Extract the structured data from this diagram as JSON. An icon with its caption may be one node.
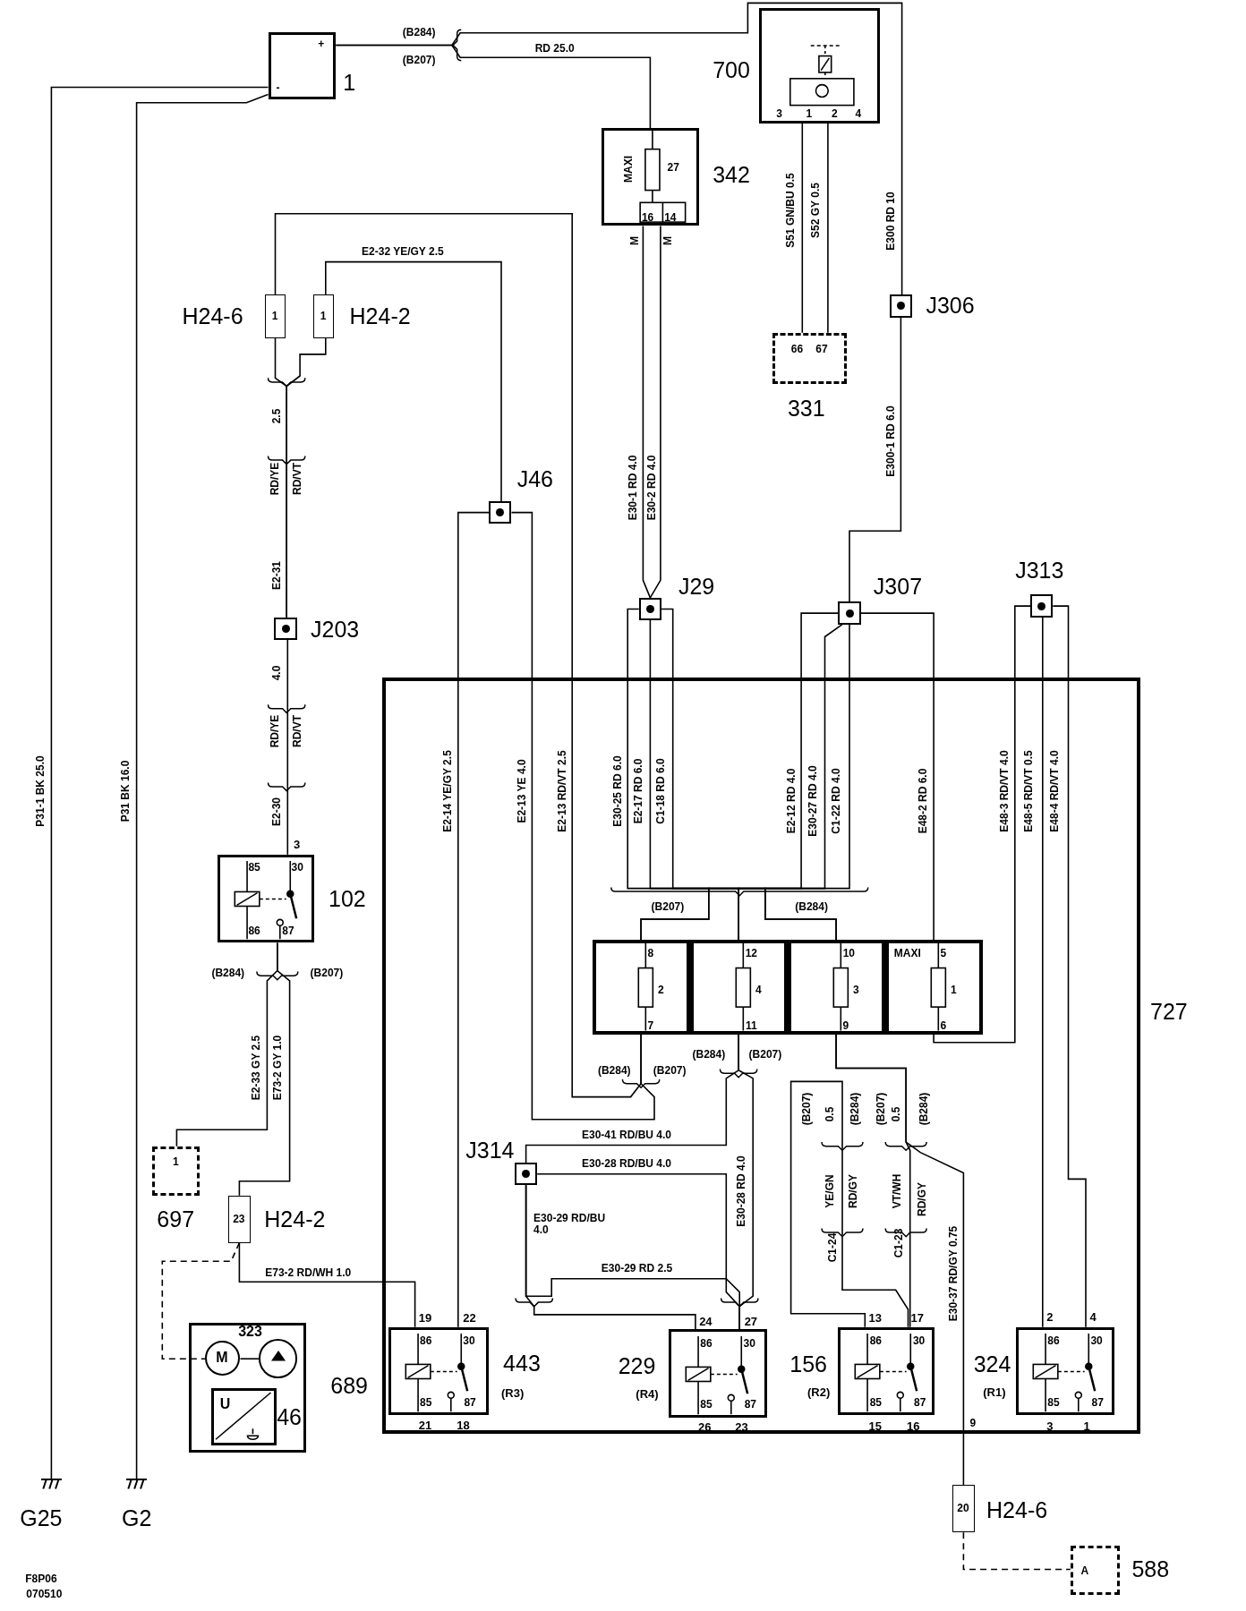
{
  "diagram": {
    "nodes": [
      {
        "text": [
          "+",
          "-"
        ],
        "beside": [
          "1"
        ]
      },
      {
        "text": [
          "3",
          "1",
          "2",
          "4"
        ],
        "beside": [
          "700"
        ]
      },
      {
        "text": [
          "MAXI",
          "27",
          "16",
          "14"
        ],
        "beside": [
          "342"
        ]
      },
      {
        "text": [
          "1"
        ],
        "beside": [
          "H24-6"
        ]
      },
      {
        "text": [
          "1"
        ],
        "beside": [
          "H24-2"
        ]
      },
      {
        "text": [
          "66",
          "67"
        ],
        "beside": [
          "331"
        ]
      },
      {
        "text": [],
        "shape": "box",
        "beside": [
          "J306"
        ]
      },
      {
        "text": [],
        "shape": "box",
        "beside": [
          "J46"
        ]
      },
      {
        "text": [],
        "shape": "box",
        "beside": [
          "J203"
        ]
      },
      {
        "text": [],
        "shape": "box",
        "beside": [
          "J29"
        ]
      },
      {
        "text": [],
        "shape": "box",
        "beside": [
          "J307"
        ]
      },
      {
        "text": [],
        "shape": "box",
        "beside": [
          "J313"
        ]
      },
      {
        "text": [],
        "shape": "box",
        "beside": [
          "727"
        ]
      },
      {
        "text": [
          "85",
          "30",
          "86",
          "87"
        ],
        "beside": [
          "3",
          "102"
        ]
      },
      {
        "text": [
          "8",
          "2",
          "7"
        ],
        "in": 12
      },
      {
        "text": [
          "12",
          "4",
          "11"
        ],
        "in": 12
      },
      {
        "text": [
          "10",
          "3",
          "9"
        ],
        "in": 12
      },
      {
        "text": [
          "MAXI",
          "5",
          "1",
          "6"
        ],
        "in": 12
      },
      {
        "text": [
          "1"
        ],
        "beside": [
          "697"
        ]
      },
      {
        "text": [
          "23"
        ],
        "beside": [
          "H24-2"
        ]
      },
      {
        "text": [],
        "shape": "box",
        "beside": [
          "689"
        ]
      },
      {
        "text": [
          "M"
        ],
        "in": 20,
        "beside": [
          "323"
        ]
      },
      {
        "text": [],
        "shape": "circle",
        "in": 20
      },
      {
        "text": [
          "U"
        ],
        "in": 20,
        "beside": [
          "46"
        ]
      },
      {
        "text": [],
        "shape": "box",
        "in": 12,
        "beside": [
          "J314"
        ]
      },
      {
        "text": [
          "86",
          "30",
          "85",
          "87"
        ],
        "in": 12,
        "beside": [
          "19",
          "22",
          "21",
          "18",
          "443",
          "(R3)"
        ]
      },
      {
        "text": [
          "86",
          "30",
          "85",
          "87"
        ],
        "in": 12,
        "beside": [
          "24",
          "27",
          "26",
          "23",
          "229",
          "(R4)"
        ]
      },
      {
        "text": [
          "86",
          "30",
          "85",
          "87"
        ],
        "in": 12,
        "beside": [
          "13",
          "17",
          "15",
          "16",
          "156",
          "(R2)"
        ]
      },
      {
        "text": [
          "86",
          "30",
          "85",
          "87"
        ],
        "in": 12,
        "beside": [
          "2",
          "4",
          "3",
          "1",
          "324",
          "(R1)"
        ]
      },
      {
        "text": [
          "20"
        ],
        "beside": [
          "H24-6"
        ]
      },
      {
        "text": [
          "A"
        ],
        "beside": [
          "588"
        ]
      },
      {
        "text": [
          "G25"
        ]
      },
      {
        "text": [
          "G2"
        ]
      }
    ],
    "edges": [
      {
        "from": 0,
        "to": 6,
        "arrow": "none",
        "label": "E300 RD 10"
      },
      {
        "from": 0,
        "to": 2,
        "arrow": "none",
        "label": "RD 25.0"
      },
      {
        "from": 0,
        "to": 31,
        "arrow": "none",
        "label": "P31-1 BK 25.0"
      },
      {
        "from": 0,
        "to": 32,
        "arrow": "none",
        "label": "P31 BK 16.0"
      },
      {
        "from": 1,
        "to": 5,
        "arrow": "none",
        "label": "S51 GN/BU 0.5"
      },
      {
        "from": 1,
        "to": 5,
        "arrow": "none",
        "label": "S52 GY 0.5"
      },
      {
        "from": 2,
        "to": 9,
        "arrow": "none",
        "label": "E30-1 RD 4.0"
      },
      {
        "from": 2,
        "to": 9,
        "arrow": "none",
        "label": "E30-2 RD 4.0"
      },
      {
        "from": 6,
        "to": 10,
        "arrow": "none",
        "label": "E300-1 RD 6.0"
      },
      {
        "from": 3,
        "to": 14,
        "arrow": "none",
        "label": "E2-13 RD/VT 2.5"
      },
      {
        "from": 4,
        "to": 7,
        "arrow": "none",
        "label": "E2-32 YE/GY 2.5"
      },
      {
        "from": 3,
        "to": 8,
        "arrow": "none"
      },
      {
        "from": 4,
        "to": 8,
        "arrow": "none"
      },
      {
        "from": 8,
        "to": 13,
        "arrow": "none"
      },
      {
        "from": 7,
        "to": 25,
        "arrow": "none",
        "label": "E2-14 YE/GY 2.5"
      },
      {
        "from": 7,
        "to": 14,
        "arrow": "none",
        "label": "E2-13 YE 4.0"
      },
      {
        "from": 9,
        "to": 14,
        "arrow": "none",
        "label": "E30-25 RD 6.0"
      },
      {
        "from": 9,
        "to": 15,
        "arrow": "none",
        "label": "E2-17 RD 6.0"
      },
      {
        "from": 9,
        "to": 16,
        "arrow": "none",
        "label": "C1-18 RD 6.0"
      },
      {
        "from": 10,
        "to": 14,
        "arrow": "none",
        "label": "E2-12 RD 4.0"
      },
      {
        "from": 10,
        "to": 15,
        "arrow": "none",
        "label": "E30-27 RD 4.0"
      },
      {
        "from": 10,
        "to": 16,
        "arrow": "none",
        "label": "C1-22 RD 4.0"
      },
      {
        "from": 10,
        "to": 17,
        "arrow": "none",
        "label": "E48-2 RD 6.0"
      },
      {
        "from": 11,
        "to": 17,
        "arrow": "none",
        "label": "E48-3 RD/VT 4.0"
      },
      {
        "from": 11,
        "to": 28,
        "arrow": "none",
        "label": "E48-5 RD/VT 0.5"
      },
      {
        "from": 11,
        "to": 28,
        "arrow": "none",
        "label": "E48-4 RD/VT 4.0"
      },
      {
        "from": 15,
        "to": 24,
        "arrow": "none",
        "label": "E30-41 RD/BU 4.0"
      },
      {
        "from": 15,
        "to": 26,
        "arrow": "none",
        "label": "E30-28 RD 4.0"
      },
      {
        "from": 24,
        "to": 26,
        "arrow": "none",
        "label": "E30-28 RD/BU 4.0"
      },
      {
        "from": 24,
        "to": 26,
        "arrow": "none",
        "label": "E30-29 RD/BU 4.0"
      },
      {
        "from": 24,
        "to": 26,
        "arrow": "none",
        "label": "E30-29 RD 2.5"
      },
      {
        "from": 16,
        "to": 27,
        "arrow": "none",
        "label": "C1-23"
      },
      {
        "from": 27,
        "to": 27,
        "arrow": "none",
        "label": "C1-24"
      },
      {
        "from": 16,
        "to": 29,
        "arrow": "none",
        "label": "E30-37 RD/GY 0.75"
      },
      {
        "from": 13,
        "to": 18,
        "arrow": "none",
        "label": "E2-33 GY 2.5"
      },
      {
        "from": 13,
        "to": 19,
        "arrow": "none",
        "label": "E73-2 GY 1.0"
      },
      {
        "from": 19,
        "to": 25,
        "arrow": "none",
        "label": "E73-2 RD/WH 1.0"
      },
      {
        "from": 19,
        "to": 21,
        "arrow": "none",
        "style": "dashed"
      },
      {
        "from": 29,
        "to": 30,
        "arrow": "none",
        "style": "dashed"
      },
      {
        "from": 21,
        "to": 22,
        "arrow": "none"
      }
    ],
    "labels": [
      "(B284)",
      "(B207)",
      "M",
      "M",
      "2.5",
      "RD/YE",
      "RD/VT",
      "E2-31",
      "4.0",
      "RD/YE",
      "RD/VT",
      "E2-30",
      "(B207)",
      "(B284)",
      "(B284)",
      "(B207)",
      "(B284)",
      "(B207)",
      "(B284)",
      "(B207)",
      "(B207)",
      "0.5",
      "(B284)",
      "YE/GN",
      "RD/GY",
      "(B207)",
      "0.5",
      "(B284)",
      "VT/WH",
      "RD/GY",
      "9",
      "F8P06",
      "070510"
    ]
  }
}
